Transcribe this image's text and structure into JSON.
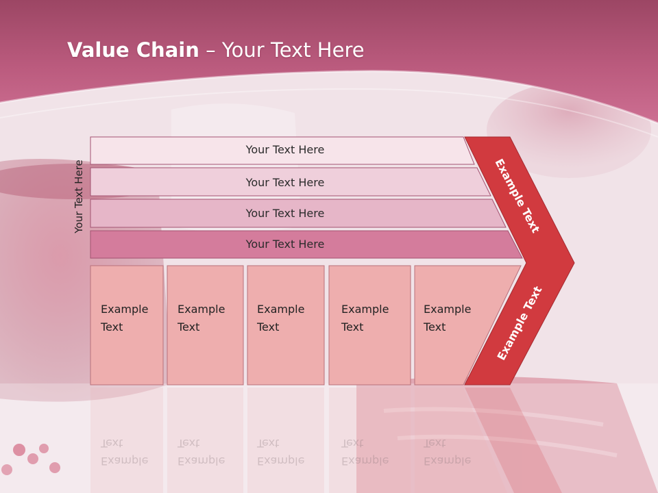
{
  "title": {
    "bold": "Value Chain",
    "rest": " – Your Text Here"
  },
  "side_label": "Your Text Here",
  "bars": [
    {
      "label": "Your Text Here"
    },
    {
      "label": "Your Text Here"
    },
    {
      "label": "Your Text Here"
    },
    {
      "label": "Your Text Here"
    }
  ],
  "columns": [
    {
      "line1": "Example",
      "line2": "Text"
    },
    {
      "line1": "Example",
      "line2": "Text"
    },
    {
      "line1": "Example",
      "line2": "Text"
    },
    {
      "line1": "Example",
      "line2": "Text"
    },
    {
      "line1": "Example",
      "line2": "Text"
    }
  ],
  "chevron_upper": "Example Text",
  "chevron_lower": "Example Text",
  "colors": {
    "header": "#bf5f82",
    "bar_1": "#f7e4ea",
    "bar_2": "#efcfdb",
    "bar_3": "#e6b6c8",
    "bar_4": "#d47c9c",
    "column": "#eeaeae",
    "chevron": "#d13a3f"
  }
}
